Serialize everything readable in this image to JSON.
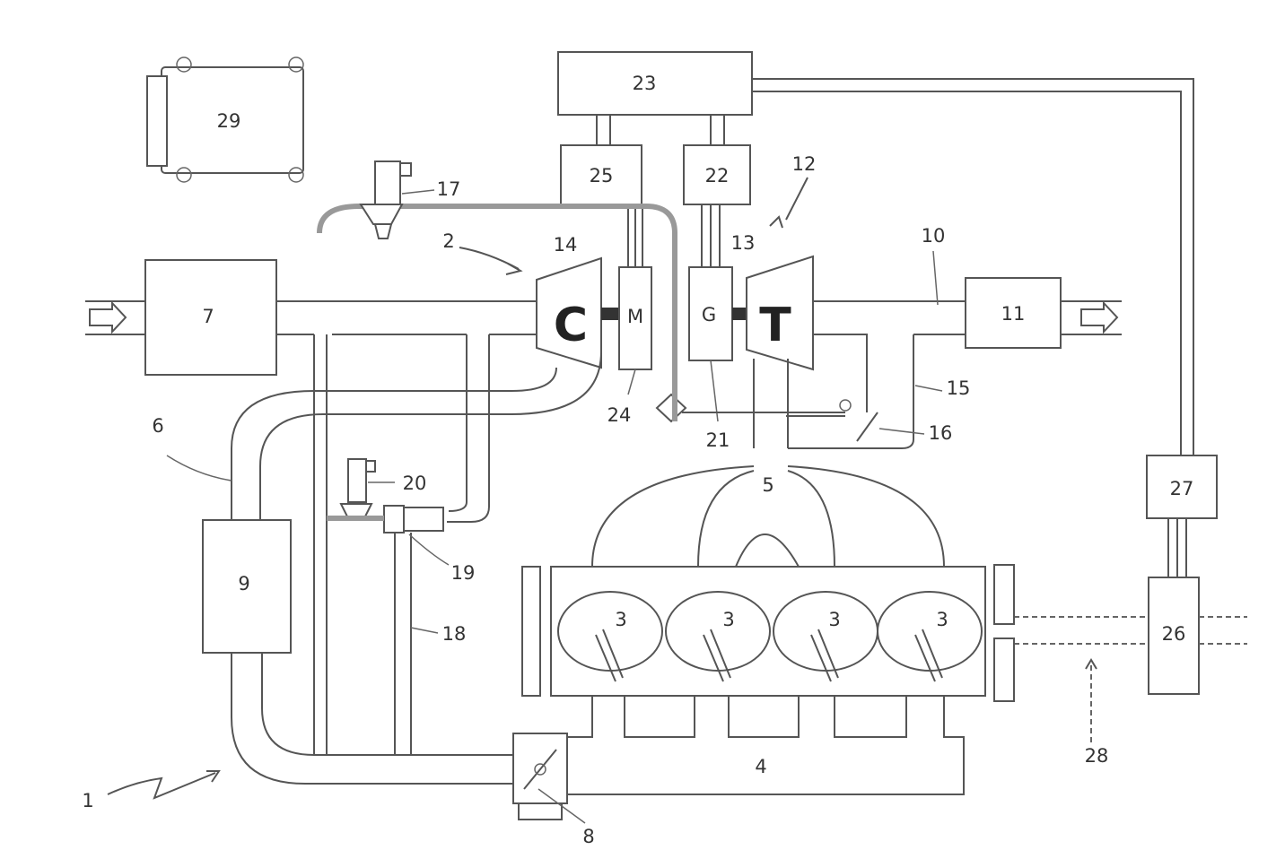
{
  "labels": {
    "ref_1": "1",
    "ref_2": "2",
    "ref_3": "3",
    "ref_4": "4",
    "ref_5": "5",
    "ref_6": "6",
    "ref_7": "7",
    "ref_8": "8",
    "ref_9": "9",
    "ref_10": "10",
    "ref_11": "11",
    "ref_12": "12",
    "ref_13": "13",
    "ref_14": "14",
    "ref_15": "15",
    "ref_16": "16",
    "ref_17": "17",
    "ref_18": "18",
    "ref_19": "19",
    "ref_20": "20",
    "ref_21": "21",
    "ref_22": "22",
    "ref_23": "23",
    "ref_24": "24",
    "ref_25": "25",
    "ref_26": "26",
    "ref_27": "27",
    "ref_28": "28",
    "ref_29": "29"
  },
  "letters": {
    "compressor": "C",
    "turbine": "T",
    "motor": "M",
    "generator": "G"
  }
}
